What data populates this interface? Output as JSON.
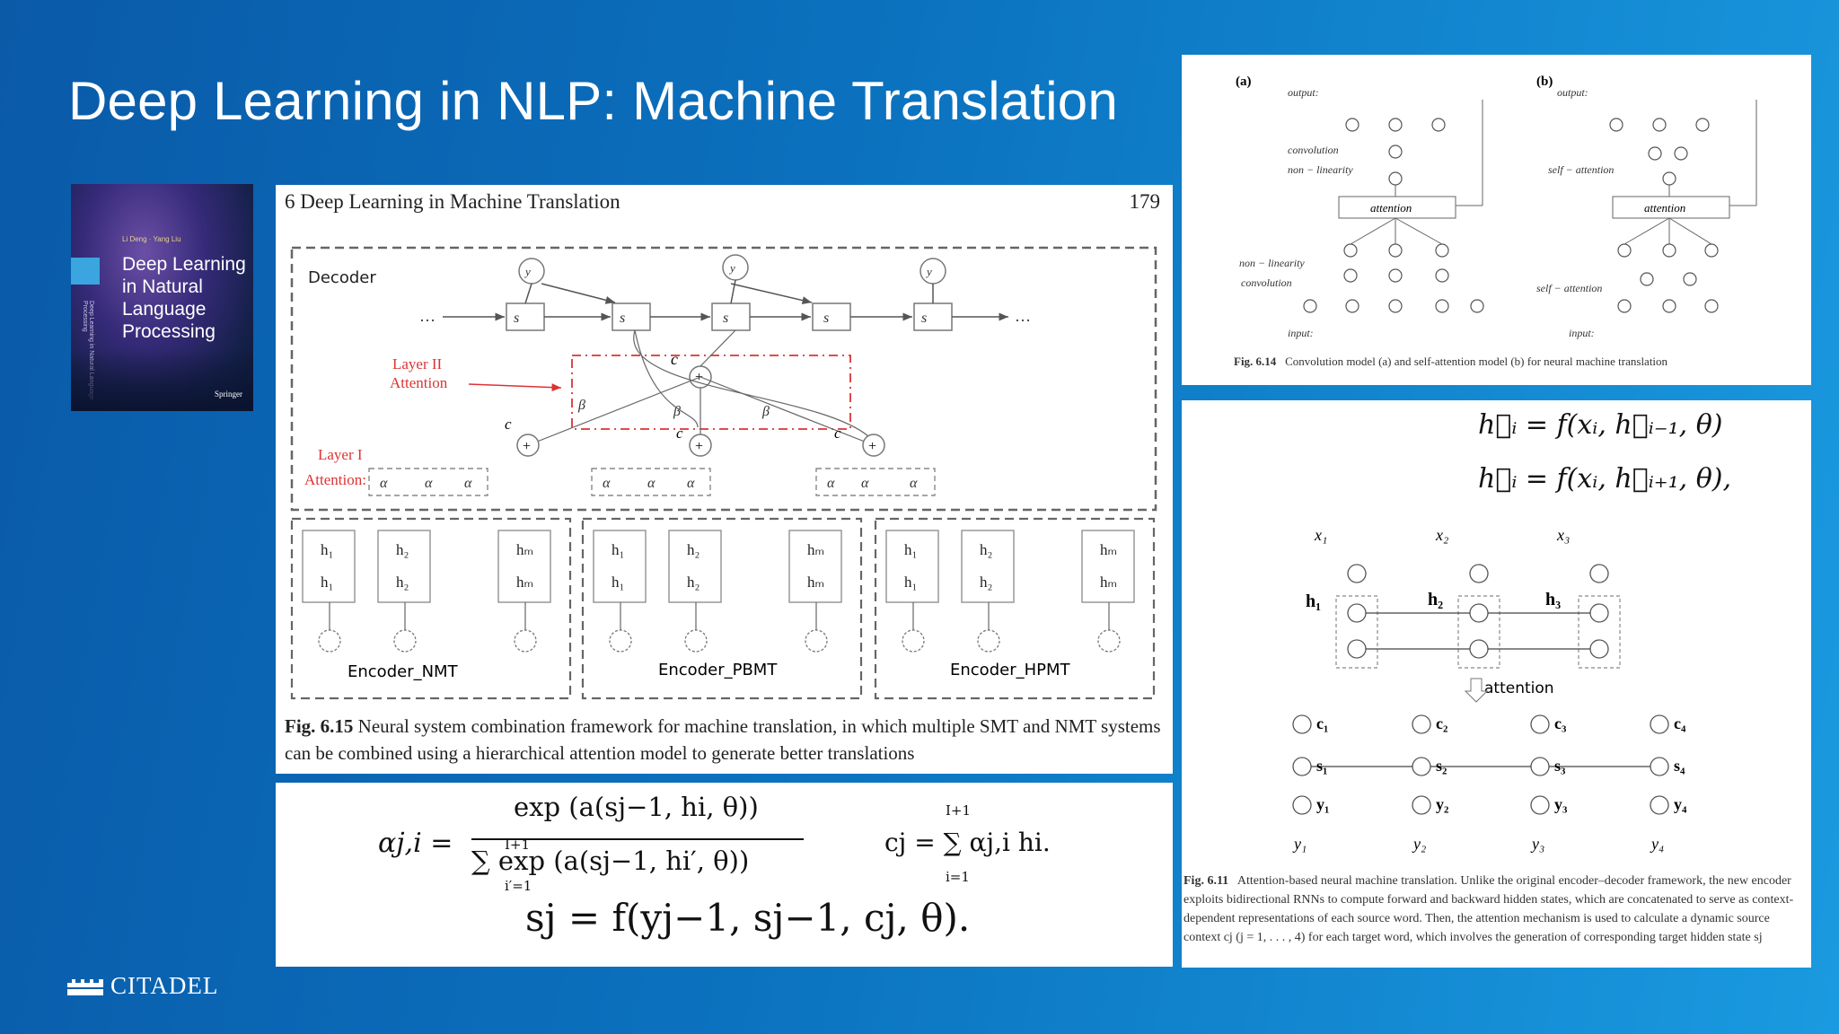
{
  "slide": {
    "title": "Deep Learning in NLP: Machine Translation"
  },
  "book": {
    "authors": "Li Deng · Yang Liu",
    "title": "Deep Learning in Natural Language Processing",
    "title_lines": [
      "Deep Learning",
      "in Natural",
      "Language",
      "Processing"
    ],
    "publisher": "Springer"
  },
  "figure_main": {
    "header_left": "6   Deep Learning in Machine Translation",
    "page_number": "179",
    "decoder_label": "Decoder",
    "layer2_label": "Layer II",
    "layer2_sub": "Attention",
    "layer1_label": "Layer I",
    "layer1_sub": "Attention:",
    "encoders": [
      "Encoder_NMT",
      "Encoder_PBMT",
      "Encoder_HPMT"
    ],
    "caption_label": "Fig. 6.15",
    "caption_text": "Neural system combination framework for machine translation, in which multiple SMT and NMT systems can be combined using a hierarchical attention model to generate better translations"
  },
  "figure_conv": {
    "label_a": "(a)",
    "label_b": "(b)",
    "output": "output:",
    "input": "input:",
    "convolution": "convolution",
    "non_linearity": "non − linearity",
    "self_attention": "self − attention",
    "attention": "attention",
    "caption_label": "Fig. 6.14",
    "caption_text": "Convolution model (a) and self-attention model (b) for neural machine translation"
  },
  "figure_attn": {
    "eq1": "h⃗ᵢ = f(xᵢ, h⃗ᵢ₋₁, θ)",
    "eq2": "h⃖ᵢ = f(xᵢ, h⃖ᵢ₊₁, θ),",
    "attention_label": "attention",
    "caption_label": "Fig. 6.11",
    "caption_text": "Attention-based neural machine translation. Unlike the original encoder–decoder framework, the new encoder exploits bidirectional RNNs to compute forward and backward hidden states, which are concatenated to serve as context-dependent representations of each source word. Then, the attention mechanism is used to calculate a dynamic source context cj (j = 1, . . . , 4) for each target word, which involves the generation of corresponding target hidden state sj"
  },
  "equations": {
    "alpha_lhs": "αj,i =",
    "alpha_num": "exp (a(sj−1, hi, θ))",
    "alpha_den": "∑ exp (a(sj−1, hi′, θ))",
    "sum_top": "I+1",
    "sum_bottom": "i′=1",
    "context": "cj = ∑ αj,i hi.",
    "context_top": "I+1",
    "context_bottom": "i=1",
    "state": "sj = f(yj−1, sj−1, cj, θ)."
  },
  "footer": {
    "brand": "CITADEL"
  }
}
